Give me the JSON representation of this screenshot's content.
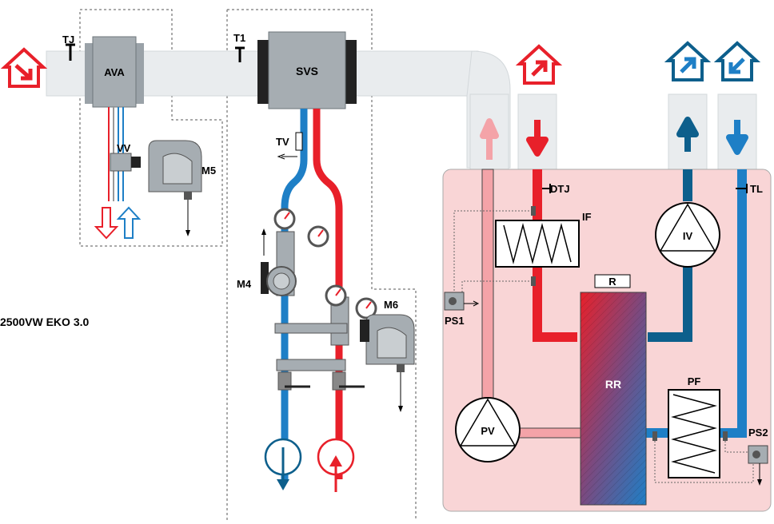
{
  "labels": {
    "tj": "TJ",
    "ava": "AVA",
    "t1": "T1",
    "svs": "SVS",
    "vv": "VV",
    "m5": "M5",
    "tv": "TV",
    "m4": "M4",
    "m6": "M6",
    "model": "2500VW EKO 3.0",
    "dtj": "DTJ",
    "tl": "TL",
    "if_label": "IF",
    "iv": "IV",
    "r": "R",
    "ps1": "PS1",
    "rr": "RR",
    "pf": "PF",
    "pv": "PV",
    "ps2": "PS2"
  },
  "icons": {
    "house_warm": "house-warm-icon",
    "house_cool": "house-cool-icon",
    "arrow_up": "arrow-up-icon",
    "arrow_down": "arrow-down-icon",
    "thermometer": "thermometer-icon",
    "actuator": "actuator-icon",
    "pressure_gauge": "pressure-gauge-icon",
    "pump": "pump-icon",
    "fan": "fan-icon",
    "filter": "filter-icon"
  },
  "colors": {
    "hot": "#e8202a",
    "cold": "#1e7fc6",
    "warm_light": "#f4a3a8",
    "cool_dark": "#0d5f8c",
    "duct": "#e9ecee",
    "unit_bg": "#f9d5d6"
  }
}
